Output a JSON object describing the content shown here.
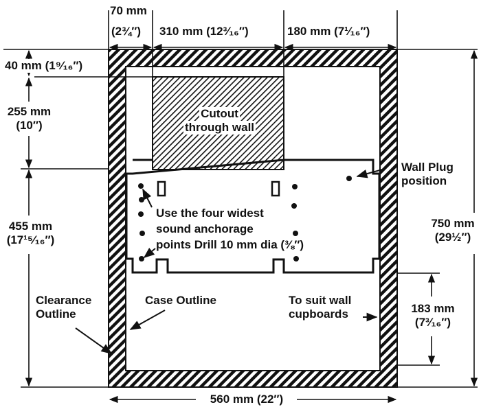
{
  "dimensions": {
    "top_left": {
      "mm": "70 mm",
      "inch": "(2¾″)"
    },
    "top_middle": {
      "mm": "310 mm",
      "inch": "(12³⁄₁₆″)"
    },
    "top_right": {
      "mm": "180 mm",
      "inch": "(7¹⁄₁₆″)"
    },
    "left_top": {
      "mm": "40 mm",
      "inch": "(1⁹⁄₁₆″)"
    },
    "left_middle": {
      "mm": "255 mm",
      "inch": "(10″)"
    },
    "left_bottom": {
      "mm": "455 mm",
      "inch": "(17¹⁵⁄₁₆″)"
    },
    "right_total": {
      "mm": "750 mm",
      "inch": "(29½″)"
    },
    "right_lower": {
      "mm": "183 mm",
      "inch": "(7³⁄₁₆″)"
    },
    "bottom_width": {
      "text": "560 mm (22″)"
    }
  },
  "labels": {
    "cutout_line1": "Cutout",
    "cutout_line2": "through wall",
    "anchor_line1": "Use the four widest",
    "anchor_line2": "sound anchorage",
    "anchor_line3": "points Drill 10 mm dia (⅜″)",
    "wall_plug_line1": "Wall Plug",
    "wall_plug_line2": "position",
    "clearance_line1": "Clearance",
    "clearance_line2": "Outline",
    "case_outline": "Case Outline",
    "suit_line1": "To suit wall",
    "suit_line2": "cupboards"
  }
}
